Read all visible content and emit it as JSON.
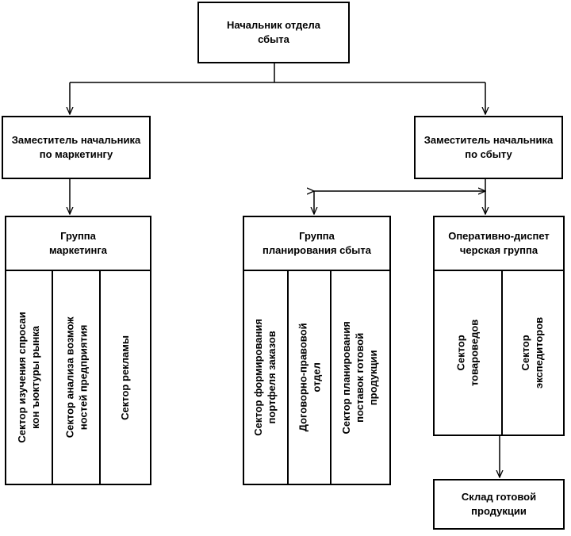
{
  "head": {
    "line1": "Начальник отдела",
    "line2": "сбыта"
  },
  "deputy_marketing": {
    "line1": "Заместитель начальника",
    "line2": "по маркетингу"
  },
  "deputy_sales": {
    "line1": "Заместитель начальника",
    "line2": "по сбыту"
  },
  "marketing_group": {
    "line1": "Группа",
    "line2": "маркетинга",
    "sectors": [
      {
        "line1": "Сектор изучения спросаи",
        "line2": "кон ъюктуры рынка"
      },
      {
        "line1": "Сектор анализа возмож",
        "line2": "ностей предприятия"
      },
      {
        "line1": "Сектор рекламы",
        "line2": ""
      }
    ]
  },
  "planning_group": {
    "line1": "Группа",
    "line2": "планирования сбыта",
    "sectors": [
      {
        "line1": "Сектор формирования",
        "line2": "портфеля заказов"
      },
      {
        "line1": "Договорно-правовой",
        "line2": "отдел"
      },
      {
        "line1": "Сектор планирования",
        "line2": "поставок готовой",
        "line3": "продукции"
      }
    ]
  },
  "dispatch_group": {
    "line1": "Оперативно-диспет",
    "line2": "черская группа",
    "sectors": [
      {
        "line1": "Сектор",
        "line2": "товароведов"
      },
      {
        "line1": "Сектор",
        "line2": "экспедиторов"
      }
    ]
  },
  "warehouse": {
    "line1": "Склад готовой",
    "line2": "продукции"
  }
}
